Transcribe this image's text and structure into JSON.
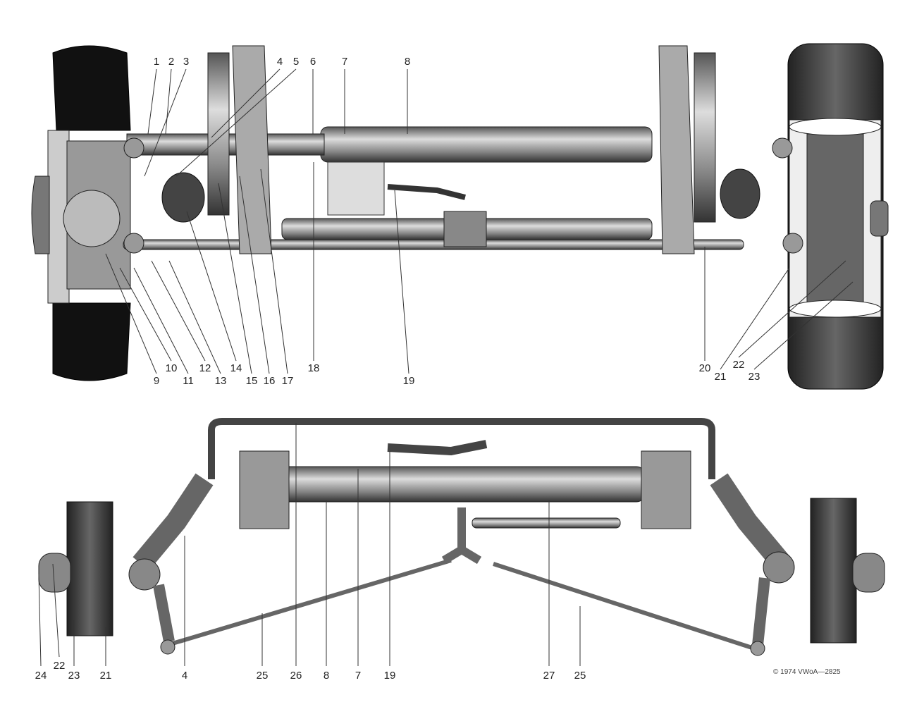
{
  "top_view": {
    "labels_upper": [
      "1",
      "2",
      "3",
      "4",
      "5",
      "6",
      "7",
      "8"
    ],
    "labels_lower": [
      "9",
      "10",
      "11",
      "12",
      "13",
      "14",
      "15",
      "16",
      "17",
      "18",
      "19",
      "20",
      "21",
      "22",
      "23"
    ]
  },
  "bottom_view": {
    "labels": [
      "24",
      "22",
      "23",
      "21",
      "4",
      "25",
      "26",
      "8",
      "7",
      "19",
      "27",
      "25"
    ]
  },
  "copyright": "© 1974 VWoA—2825"
}
